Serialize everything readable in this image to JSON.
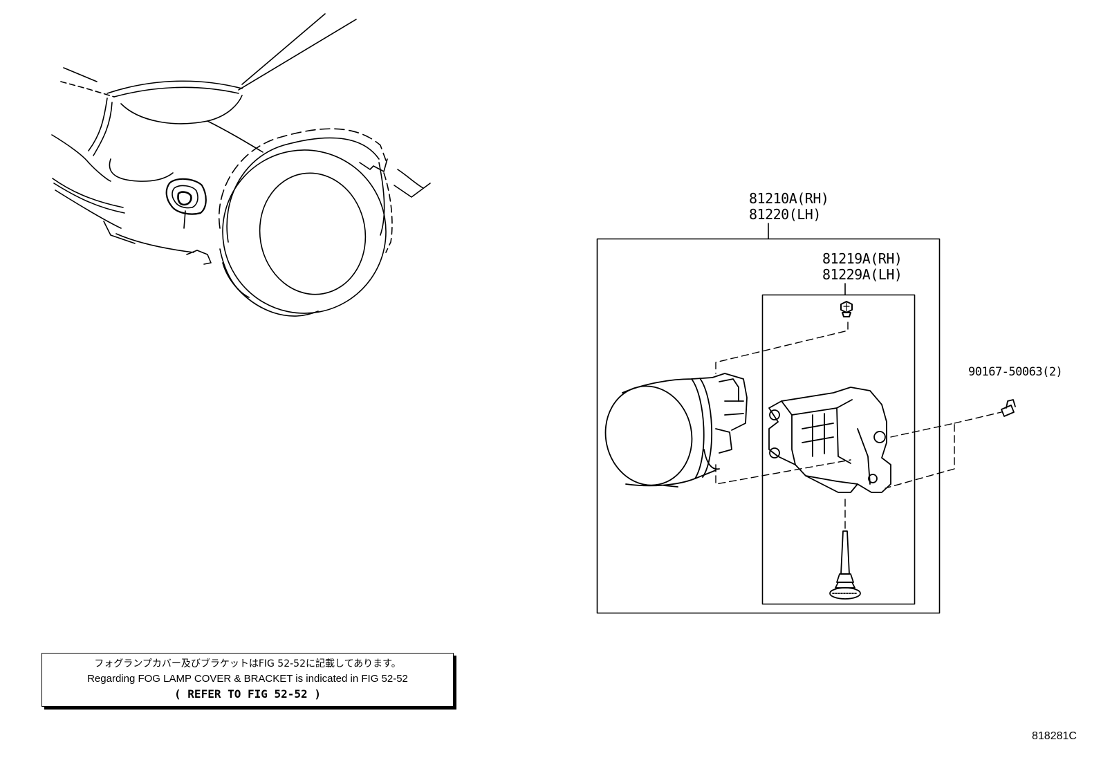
{
  "parts": {
    "fog_lamp_assy": {
      "rh": "81210A(RH)",
      "lh": "81220(LH)"
    },
    "fog_lamp_bracket": {
      "rh": "81219A(RH)",
      "lh": "81229A(LH)"
    },
    "bolt": {
      "label": "90167-50063(2)"
    }
  },
  "note": {
    "japanese": "フォグランプカバー及びブラケットはFIG 52-52に記載してあります。",
    "english": "Regarding FOG LAMP COVER & BRACKET is indicated in FIG 52-52",
    "reference": "(   REFER TO FIG 52-52   )"
  },
  "figure_id": "818281C"
}
